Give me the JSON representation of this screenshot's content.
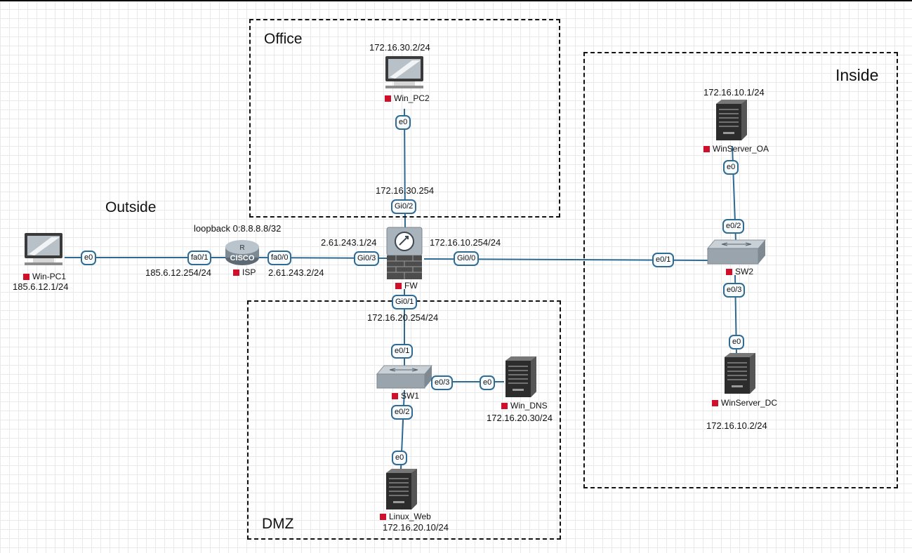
{
  "zones": {
    "office": "Office",
    "inside": "Inside",
    "dmz": "DMZ",
    "outside": "Outside"
  },
  "devices": {
    "win_pc1": {
      "name": "Win-PC1",
      "ip": "185.6.12.1/24"
    },
    "isp": {
      "name": "ISP",
      "loopback": "loopback 0:8.8.8.8/32"
    },
    "fw": {
      "name": "FW"
    },
    "win_pc2": {
      "name": "Win_PC2",
      "ip": "172.16.30.2/24"
    },
    "sw1": {
      "name": "SW1"
    },
    "sw2": {
      "name": "SW2"
    },
    "win_dns": {
      "name": "Win_DNS",
      "ip": "172.16.20.30/24"
    },
    "linux_web": {
      "name": "Linux_Web",
      "ip": "172.16.20.10/24"
    },
    "winserver_oa": {
      "name": "WinServer_OA",
      "ip": "172.16.10.1/24"
    },
    "winserver_dc": {
      "name": "WinServer_DC",
      "ip": "172.16.10.2/24"
    }
  },
  "links": {
    "pc1_isp": {
      "pc1_port": "e0",
      "isp_port": "fa0/1",
      "isp_ip": "185.6.12.254/24"
    },
    "isp_fw": {
      "isp_port": "fa0/0",
      "isp_ip": "2.61.243.2/24",
      "fw_port": "Gi0/3",
      "fw_ip": "2.61.243.1/24"
    },
    "fw_pc2": {
      "fw_port": "Gi0/2",
      "fw_ip": "172.16.30.254",
      "pc2_port": "e0"
    },
    "fw_sw2": {
      "fw_port": "Gi0/0",
      "fw_ip": "172.16.10.254/24",
      "sw2_port": "e0/1"
    },
    "fw_sw1": {
      "fw_port": "Gi0/1",
      "fw_ip": "172.16.20.254/24",
      "sw1_port": "e0/1"
    },
    "sw1_dns": {
      "sw1_port": "e0/3",
      "dns_port": "e0"
    },
    "sw1_web": {
      "sw1_port": "e0/2",
      "web_port": "e0"
    },
    "sw2_oa": {
      "sw2_port": "e0/2",
      "oa_port": "e0"
    },
    "sw2_dc": {
      "sw2_port": "e0/3",
      "dc_port": "e0"
    }
  },
  "colors": {
    "link": "#2c6a94",
    "status_square": "#d0102a",
    "port_border": "#2f6b93"
  }
}
